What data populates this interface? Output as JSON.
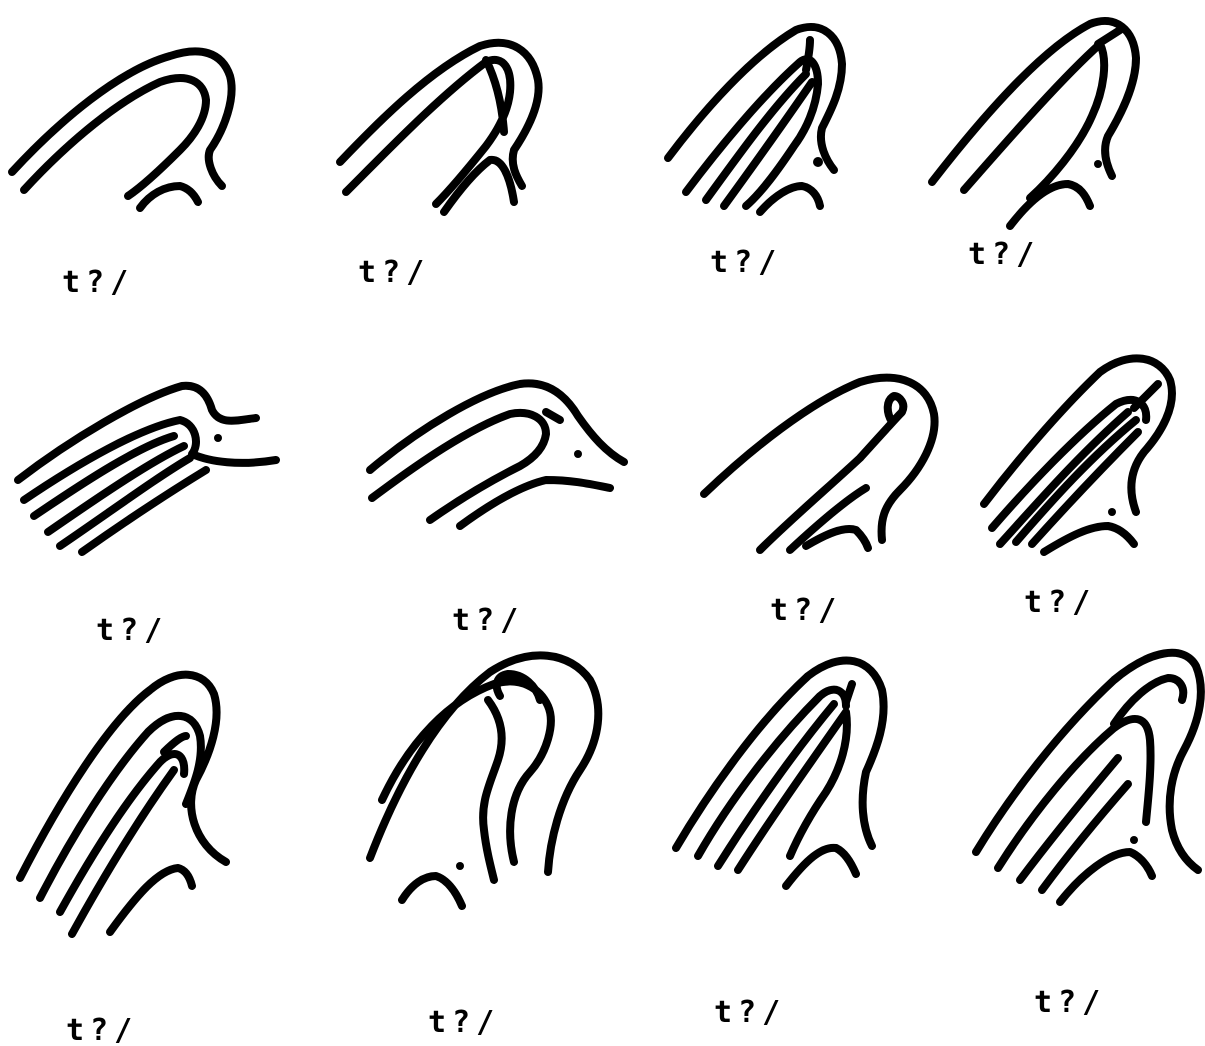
{
  "panels": [
    {
      "label": "t?/"
    },
    {
      "label": "t?/"
    },
    {
      "label": "t?/"
    },
    {
      "label": "t?/"
    },
    {
      "label": "t?/"
    },
    {
      "label": "t?/"
    },
    {
      "label": "t?/"
    },
    {
      "label": "t?/"
    },
    {
      "label": "t?/"
    },
    {
      "label": "t?/"
    },
    {
      "label": "t?/"
    },
    {
      "label": "t?/"
    }
  ]
}
